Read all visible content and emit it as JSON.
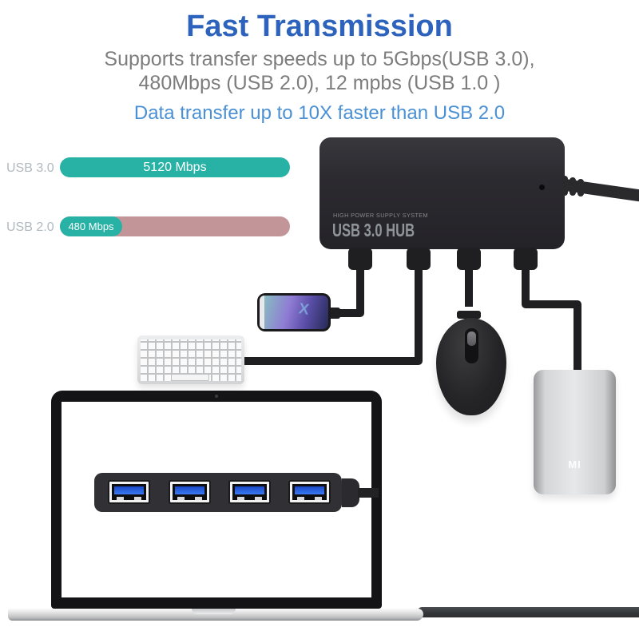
{
  "header": {
    "title": "Fast Transmission",
    "subtitle_line1": "Supports transfer speeds up to 5Gbps(USB 3.0),",
    "subtitle_line2": "480Mbps (USB 2.0), 12 mpbs (USB 1.0 )",
    "highlight": "Data transfer up to 10X faster than USB 2.0"
  },
  "chart_data": {
    "type": "bar",
    "orientation": "horizontal",
    "title": "",
    "categories": [
      "USB 3.0",
      "USB 2.0"
    ],
    "values": [
      5120,
      480
    ],
    "value_labels": [
      "5120 Mbps",
      "480 Mbps"
    ],
    "unit": "Mbps",
    "xlim": [
      0,
      5120
    ],
    "bar_colors": [
      "#28b2a6",
      "#c29598"
    ],
    "value_pill_color": "#28b2a6",
    "label_color": "#b0b9c0",
    "layout_hint": "USB 2.0 row shows full-width pink track with small teal 480 Mbps pill at left"
  },
  "hub": {
    "tagline": "HIGH POWER SUPPLY SYSTEM",
    "model": "USB 3.0 HUB",
    "ports": 4,
    "body_color": "#2c2b30"
  },
  "devices": {
    "phone_screen_logo": "X",
    "power_bank_logo": "MI"
  },
  "colors": {
    "title_blue": "#2d63bd",
    "subtitle_gray": "#7d7d7d",
    "highlight_blue": "#4a90d5",
    "teal": "#28b2a6",
    "pink": "#c29598",
    "usb_port_blue": "#2f6fe8",
    "cable_black": "#1f1f22"
  }
}
